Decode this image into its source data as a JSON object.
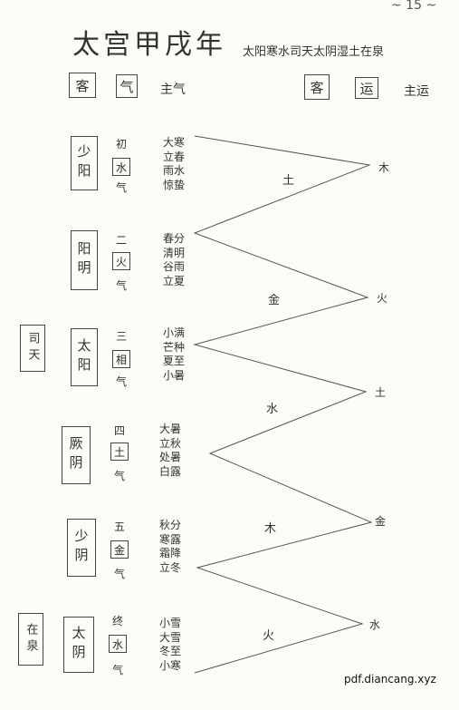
{
  "page_number": "~ 15 ~",
  "title": "太宫甲戌年",
  "subtitle": "太阳寒水司天太阴湿土在泉",
  "header": {
    "ke_label": "客",
    "qi_label": "气",
    "zhu_qi_label": "主气",
    "ke_yun_label": "客",
    "yun_label": "运",
    "zhu_yun_label": "主运"
  },
  "side_labels": {
    "si_tian": "司天",
    "zai_quan": "在泉"
  },
  "stages": [
    {
      "guest_qi": "少阳",
      "order": "初",
      "element": "水",
      "qi_suffix": "气",
      "terms": [
        "大寒",
        "立春",
        "雨水",
        "惊蛰"
      ]
    },
    {
      "guest_qi": "阳明",
      "order": "二",
      "element": "火",
      "qi_suffix": "气",
      "terms": [
        "春分",
        "清明",
        "谷雨",
        "立夏"
      ]
    },
    {
      "guest_qi": "太阳",
      "order": "三",
      "element": "相",
      "qi_suffix": "气",
      "terms": [
        "小满",
        "芒种",
        "夏至",
        "小暑"
      ]
    },
    {
      "guest_qi": "厥阴",
      "order": "四",
      "element": "土",
      "qi_suffix": "气",
      "terms": [
        "大暑",
        "立秋",
        "处暑",
        "白露"
      ]
    },
    {
      "guest_qi": "少阴",
      "order": "五",
      "element": "金",
      "qi_suffix": "气",
      "terms": [
        "秋分",
        "寒露",
        "霜降",
        "立冬"
      ]
    },
    {
      "guest_qi": "太阴",
      "order": "终",
      "element": "水",
      "qi_suffix": "气",
      "terms": [
        "小雪",
        "大雪",
        "冬至",
        "小寒"
      ]
    }
  ],
  "yun_nodes": [
    "木",
    "火",
    "土",
    "金",
    "水"
  ],
  "yun_segments": [
    "土",
    "金",
    "水",
    "木",
    "火"
  ],
  "watermark": "pdf.diancang.xyz"
}
